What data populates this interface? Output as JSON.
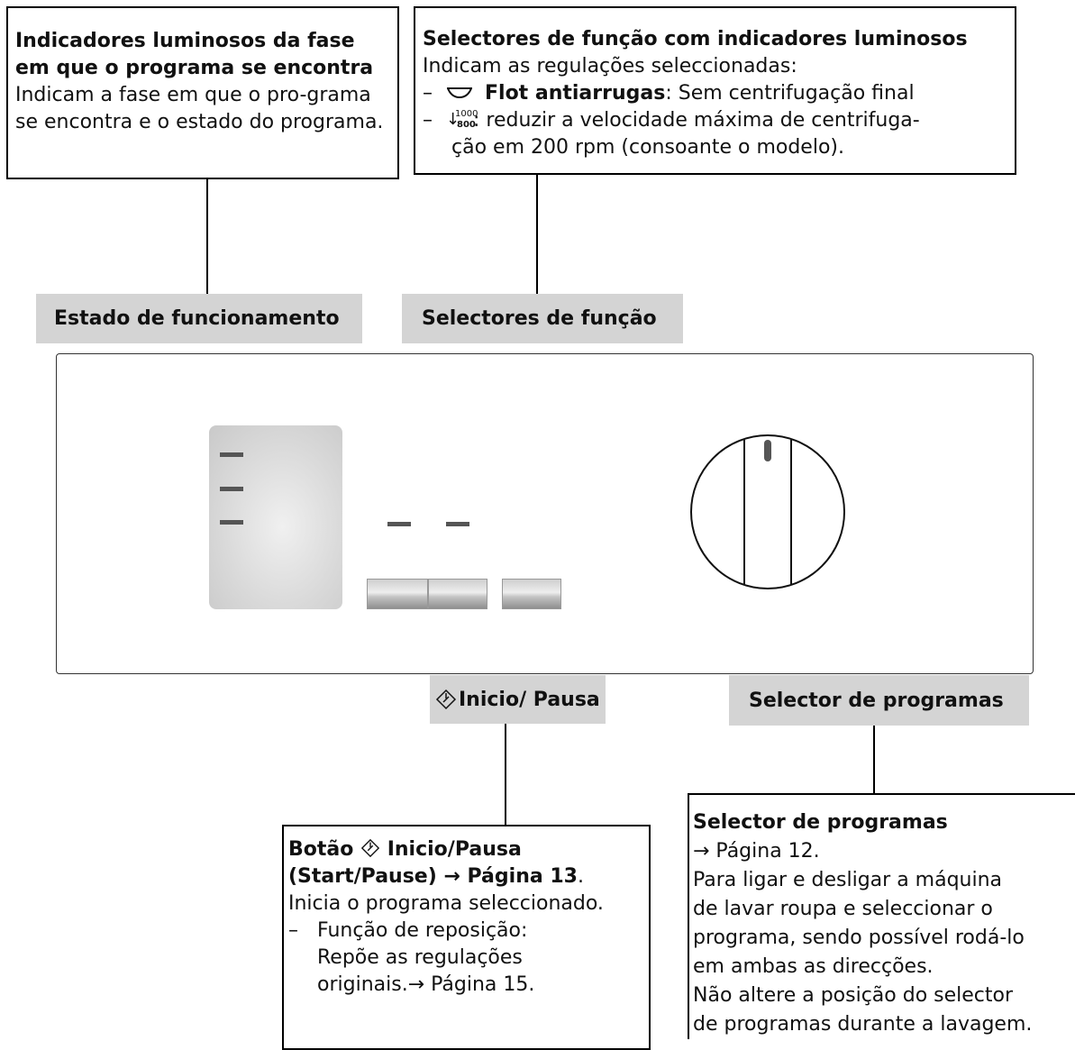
{
  "top_left_box": {
    "title": "Indicadores luminosos da fase em que o programa se encontra",
    "body": "Indicam a fase em que o pro-grama se encontra e o estado do programa."
  },
  "top_right_box": {
    "title": "Selectores de função  com indicadores luminosos",
    "line1": "Indicam as regulações seleccionadas:",
    "item1_dash": "–",
    "item1_bold": "Flot antiarrugas",
    "item1_rest": ": Sem centrifugação final",
    "item2_dash": "–",
    "item2_sym_top": "1000",
    "item2_sym_bottom": "800",
    "item2_rest": ": reduzir a velocidade máxima de centrifuga-",
    "item2_cont": "ção em 200 rpm (consoante o modelo)."
  },
  "labels": {
    "estado": "Estado de funcionamento",
    "selectores": "Selectores de função",
    "inicio": "Inicio/ Pausa",
    "selector_programas": "Selector de programas"
  },
  "bottom_left_box": {
    "title_a": "Botão",
    "title_b": "Inicio/Pausa",
    "title_line2": "(Start/Pause) → Página 13",
    "title_dot": ".",
    "line1": "Inicia o programa seleccionado.",
    "item_dash": "–",
    "item_line1": "Função de reposição:",
    "item_line2": "Repõe as regulações",
    "item_line3": "originais.→ Página 15."
  },
  "bottom_right_box": {
    "title": "Selector de programas",
    "line1": "→ Página 12.",
    "line2": "Para ligar e desligar a máquina",
    "line3": "de lavar roupa e seleccionar o",
    "line4": "programa, sendo possível rodá-lo",
    "line5": "em ambas as direcções.",
    "line6": "Não altere a posição do selector",
    "line7": "de programas durante a lavagem."
  },
  "icons": [
    "start-pause-icon",
    "anti-crease-icon",
    "spin-reduction-icon"
  ]
}
